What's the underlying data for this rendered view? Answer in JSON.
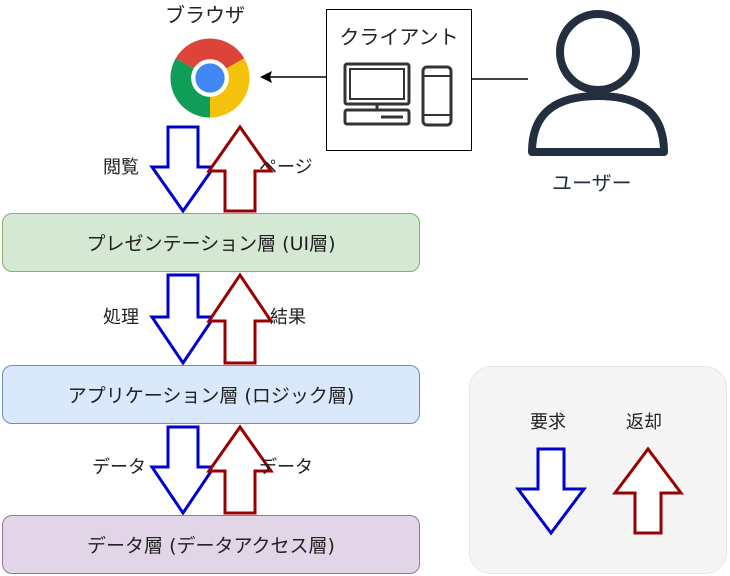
{
  "browser": {
    "label": "ブラウザ",
    "icon": "chrome-browser-icon"
  },
  "client": {
    "title": "クライアント",
    "icons": [
      "desktop-computer-icon",
      "smartphone-icon"
    ]
  },
  "user": {
    "label": "ユーザー",
    "icon": "user-icon"
  },
  "layers": {
    "ui": "プレゼンテーション層 (UI層)",
    "app": "アプリケーション層 (ロジック層)",
    "data": "データ層 (データアクセス層)"
  },
  "arrows": {
    "browse": "閲覧",
    "page": "ページ",
    "process": "処理",
    "result": "結果",
    "data_down": "データ",
    "data_up": "データ"
  },
  "legend": {
    "request": "要求",
    "response": "返却"
  },
  "colors": {
    "request_arrow": "#0000cc",
    "response_arrow": "#990000",
    "ui_fill": "#d5e8d4",
    "app_fill": "#dae8fc",
    "data_fill": "#e1d5e7",
    "icon_stroke": "#232f3e"
  }
}
